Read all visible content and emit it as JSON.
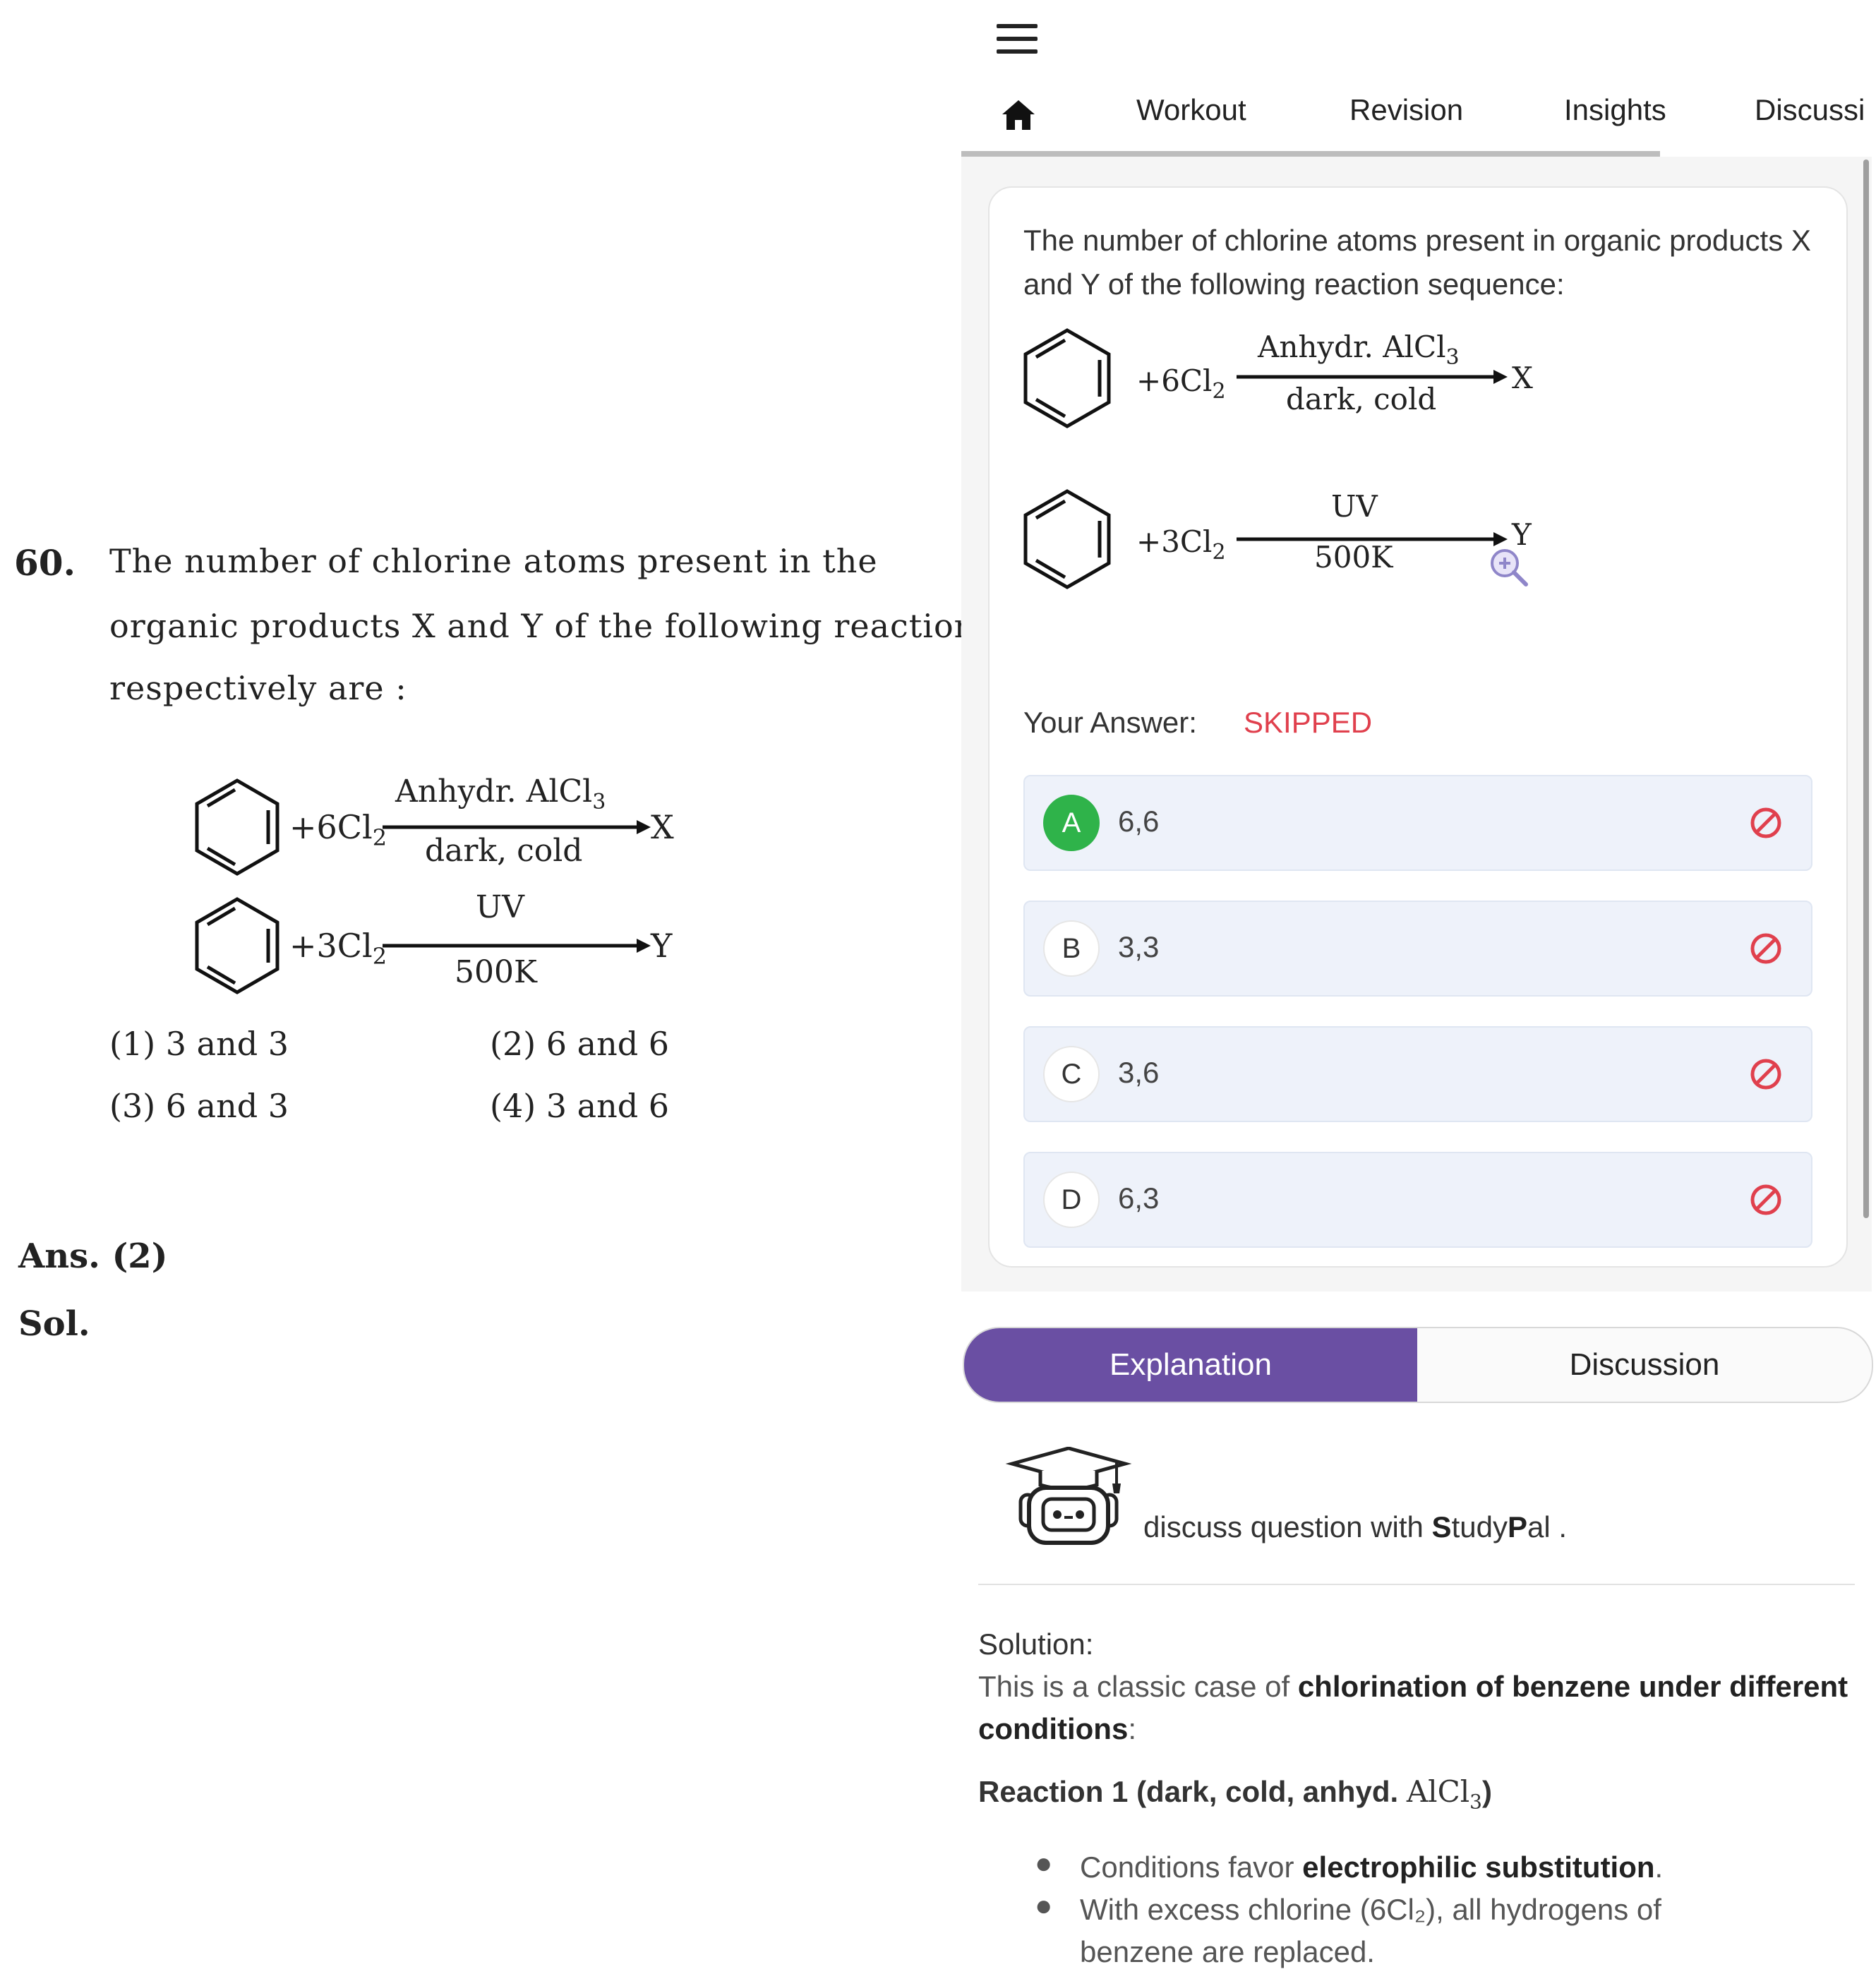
{
  "left_question": {
    "number": "60.",
    "lines": [
      "The  number  of  chlorine  atoms  present  in  the",
      "organic products X and Y of the following reactions,",
      "respectively are :"
    ],
    "reaction1": {
      "reagent": "+6Cl",
      "reagent_sub": "2",
      "above": "Anhydr. AlCl",
      "above_sub": "3",
      "below": "dark, cold",
      "product": "X"
    },
    "reaction2": {
      "reagent": "+3Cl",
      "reagent_sub": "2",
      "above": "UV",
      "below": "500K",
      "product": "Y"
    },
    "options": [
      "(1) 3 and 3",
      "(2) 6 and 6",
      "(3) 6 and 3",
      "(4) 3 and 6"
    ],
    "answer": "Ans.  (2)",
    "solution_label": "Sol."
  },
  "nav": {
    "tabs": [
      "Workout",
      "Revision",
      "Insights",
      "Discussi"
    ]
  },
  "card": {
    "question": "The number of chlorine atoms present in organic products X and Y of the following reaction sequence:",
    "reaction1": {
      "reagent": "+6Cl",
      "reagent_sub": "2",
      "above": "Anhydr. AlCl",
      "above_sub": "3",
      "below": "dark, cold",
      "product": "X"
    },
    "reaction2": {
      "reagent": "+3Cl",
      "reagent_sub": "2",
      "above": "UV",
      "below": "500K",
      "product": "Y"
    },
    "your_answer_label": "Your Answer:",
    "your_answer_value": "SKIPPED",
    "options": [
      {
        "letter": "A",
        "value": "6,6",
        "correct": true
      },
      {
        "letter": "B",
        "value": "3,3",
        "correct": false
      },
      {
        "letter": "C",
        "value": "3,6",
        "correct": false
      },
      {
        "letter": "D",
        "value": "6,3",
        "correct": false
      }
    ]
  },
  "toggle": {
    "explanation": "Explanation",
    "discussion": "Discussion"
  },
  "studypal": {
    "prefix": "discuss question with ",
    "brand_s": "S",
    "brand_tudy": "tudy",
    "brand_p": "P",
    "brand_al": "al",
    "suffix": " ."
  },
  "solution": {
    "heading": "Solution:",
    "intro_plain": "This is a classic case of ",
    "intro_bold": "chlorination of benzene under different conditions",
    "intro_end": ":",
    "reaction1_heading": "Reaction 1 (dark, cold, anhyd. ",
    "reaction1_formula": "AlCl",
    "reaction1_sub": "3",
    "reaction1_close": ")",
    "bullets": [
      {
        "plain": "Conditions favor ",
        "bold": "electrophilic substitution",
        "end": "."
      },
      {
        "plain": "With excess chlorine (6Cl₂), all hydrogens of",
        "line2": "benzene are replaced."
      }
    ]
  },
  "colors": {
    "accent": "#6a4fa3",
    "correct": "#2fb34a",
    "skipped": "#e0404d",
    "wrong_icon": "#e0404d"
  }
}
